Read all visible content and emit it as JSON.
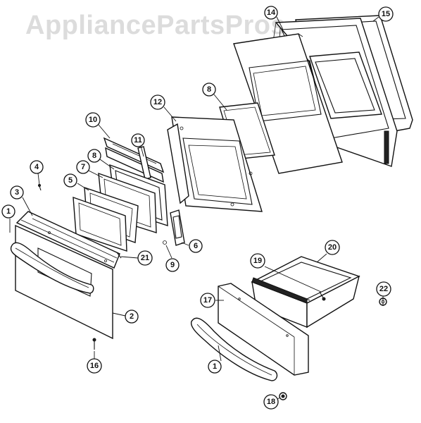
{
  "watermark": "AppliancePartsPros.com",
  "callouts": [
    {
      "id": "c14",
      "label": "14"
    },
    {
      "id": "c15",
      "label": "15"
    },
    {
      "id": "c8a",
      "label": "8"
    },
    {
      "id": "c12",
      "label": "12"
    },
    {
      "id": "c10",
      "label": "10"
    },
    {
      "id": "c11",
      "label": "11"
    },
    {
      "id": "c8b",
      "label": "8"
    },
    {
      "id": "c7",
      "label": "7"
    },
    {
      "id": "c5",
      "label": "5"
    },
    {
      "id": "c4",
      "label": "4"
    },
    {
      "id": "c3",
      "label": "3"
    },
    {
      "id": "c1a",
      "label": "1"
    },
    {
      "id": "c21",
      "label": "21"
    },
    {
      "id": "c9",
      "label": "9"
    },
    {
      "id": "c6",
      "label": "6"
    },
    {
      "id": "c2",
      "label": "2"
    },
    {
      "id": "c16",
      "label": "16"
    },
    {
      "id": "c19",
      "label": "19"
    },
    {
      "id": "c20",
      "label": "20"
    },
    {
      "id": "c17",
      "label": "17"
    },
    {
      "id": "c22",
      "label": "22"
    },
    {
      "id": "c1b",
      "label": "1"
    },
    {
      "id": "c18",
      "label": "18"
    }
  ]
}
